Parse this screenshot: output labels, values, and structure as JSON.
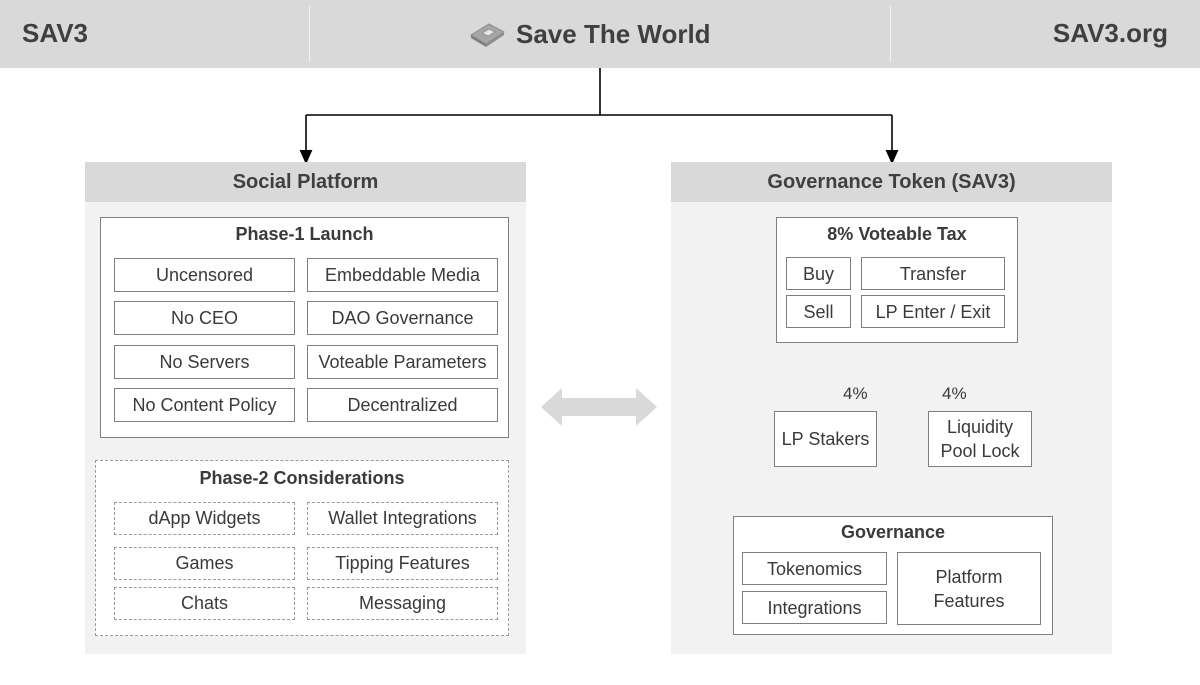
{
  "header": {
    "left": "SAV3",
    "title": "Save The World",
    "right": "SAV3.org",
    "logo_icon": "chip-icon"
  },
  "social": {
    "title": "Social Platform",
    "phase1": {
      "title": "Phase-1 Launch",
      "items": [
        "Uncensored",
        "Embeddable Media",
        "No CEO",
        "DAO Governance",
        "No Servers",
        "Voteable Parameters",
        "No Content Policy",
        "Decentralized"
      ]
    },
    "phase2": {
      "title": "Phase-2 Considerations",
      "items": [
        "dApp Widgets",
        "Wallet Integrations",
        "Games",
        "Tipping Features",
        "Chats",
        "Messaging"
      ]
    }
  },
  "token": {
    "title": "Governance Token (SAV3)",
    "tax": {
      "title": "8% Voteable Tax",
      "items": [
        "Buy",
        "Transfer",
        "Sell",
        "LP Enter / Exit"
      ]
    },
    "split_left": "4%",
    "split_right": "4%",
    "lp_stakers": "LP Stakers",
    "liquidity_lock": [
      "Liquidity",
      "Pool Lock"
    ],
    "governance": {
      "title": "Governance",
      "items": [
        "Tokenomics",
        "Integrations"
      ],
      "platform_features": [
        "Platform",
        "Features"
      ]
    }
  },
  "colors": {
    "header_bg": "#d9d9d9",
    "panel_bg": "#f2f2f2",
    "border": "#7f7f7f",
    "text": "#3a3a3a",
    "arrow_grey": "#d9d9d9"
  }
}
